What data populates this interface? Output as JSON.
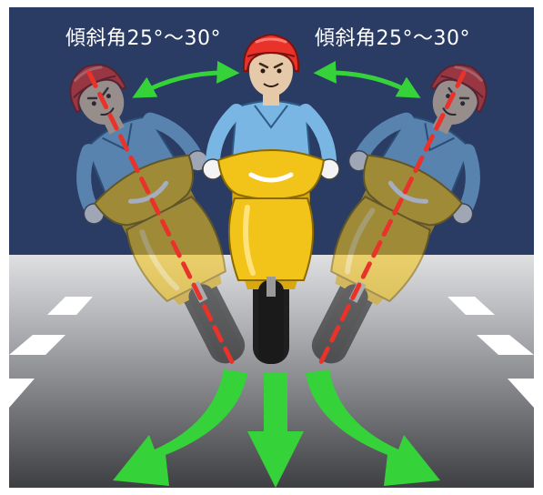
{
  "labels": {
    "left_angle": "傾斜角25°〜30°",
    "right_angle": "傾斜角25°〜30°"
  },
  "colors": {
    "sky": "#2a3c64",
    "road": "#8e8f93",
    "lane_marking": "#ffffff",
    "arrow": "#35d23a",
    "lean_line": "#e8322a",
    "scooter": "#f2c318",
    "helmet": "#e8322a",
    "shirt": "#7ab6e4"
  },
  "icons": {
    "center_rider": "motorcycle-rider-upright-icon",
    "left_rider": "motorcycle-rider-lean-left-icon",
    "right_rider": "motorcycle-rider-lean-right-icon"
  },
  "lean_angle_range_deg": [
    25,
    30
  ]
}
